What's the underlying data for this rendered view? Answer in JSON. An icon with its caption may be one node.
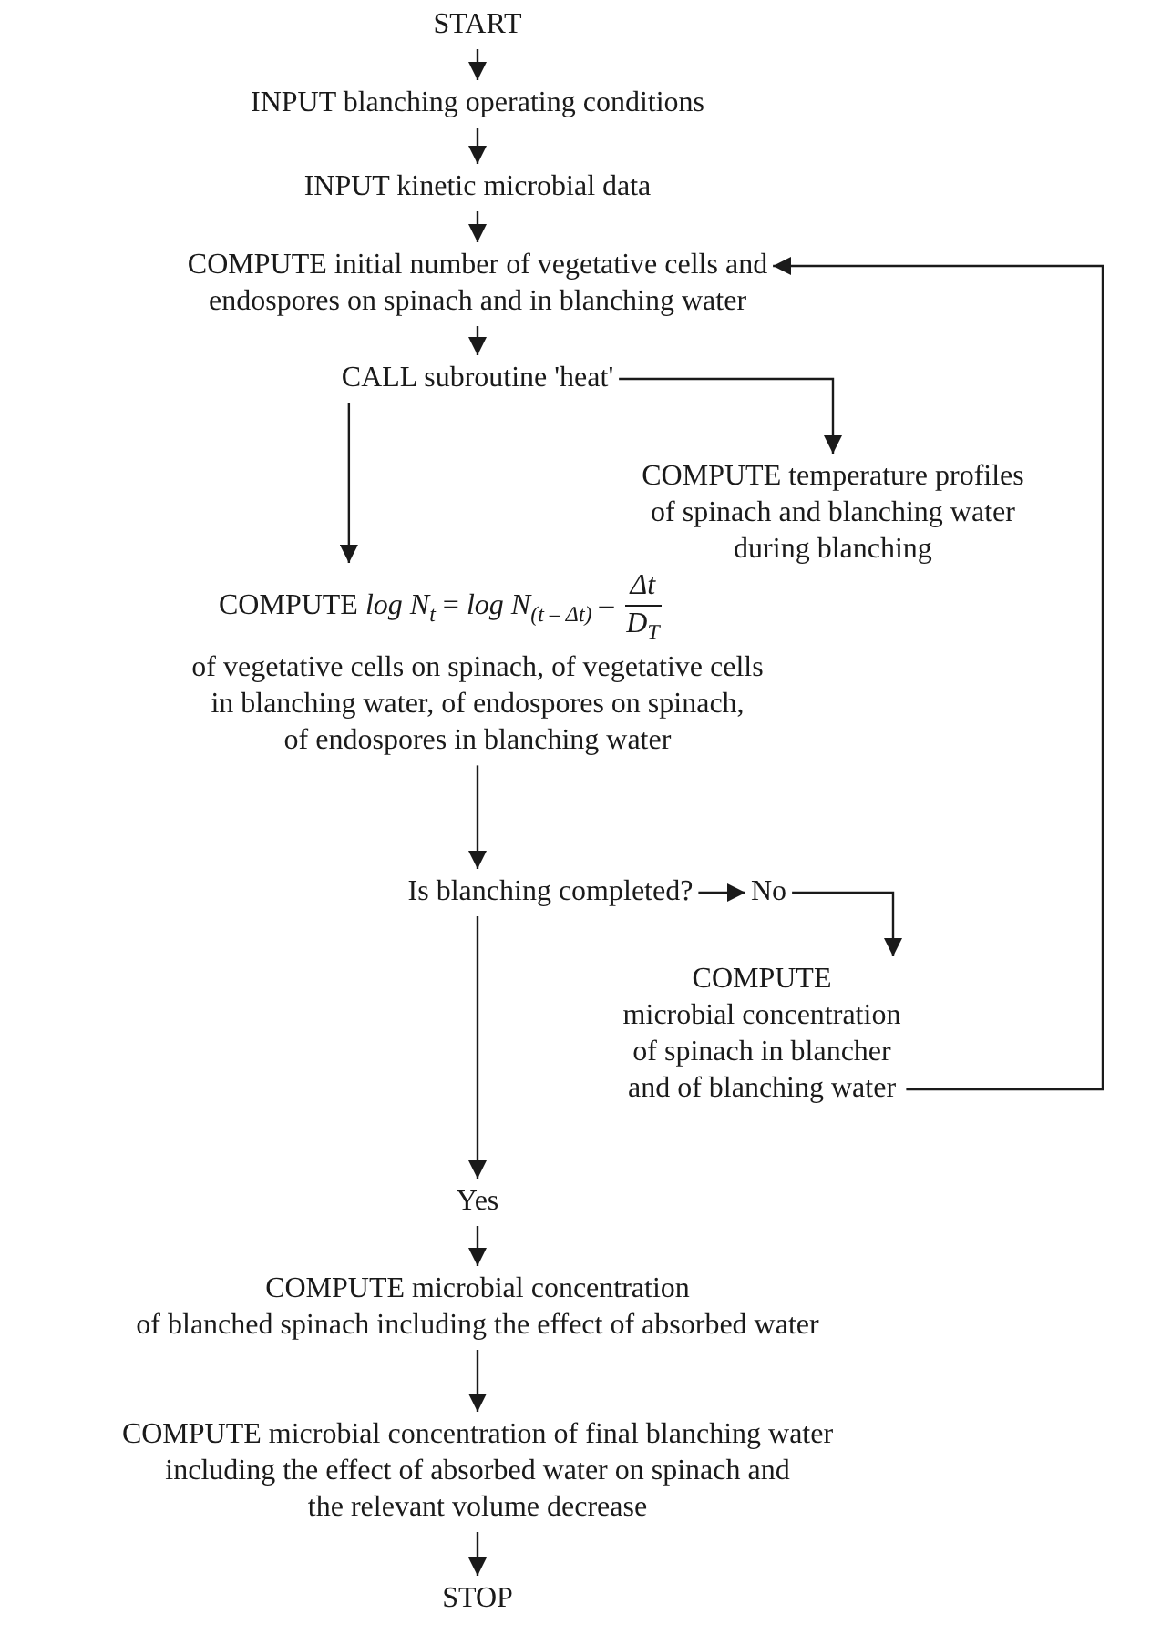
{
  "diagram": {
    "nodes": [
      {
        "text": [
          "START"
        ]
      },
      {
        "text": [
          "INPUT blanching operating conditions"
        ]
      },
      {
        "text": [
          "INPUT kinetic microbial data"
        ]
      },
      {
        "text": [
          "COMPUTE initial number of vegetative cells and endospores on spinach and in blanching water"
        ]
      },
      {
        "text": [
          "CALL subroutine 'heat'"
        ]
      },
      {
        "text": [
          "COMPUTE temperature profiles of spinach and blanching water during blanching"
        ]
      },
      {
        "text": [
          "COMPUTE *log N*$_{t}$ = *log N*$_{(t – Δt)}$ –",
          "Δt",
          "*D*$_{T}$",
          "of vegetative cells on spinach, of vegetative cells in blanching water, of endospores on spinach, of endospores in blanching water"
        ]
      },
      {
        "text": [
          "Is blanching completed?"
        ]
      },
      {
        "text": [
          "No"
        ]
      },
      {
        "text": [
          "COMPUTE microbial concentration of spinach in blancher and of blanching water"
        ]
      },
      {
        "text": [
          "Yes"
        ]
      },
      {
        "text": [
          "COMPUTE microbial concentration of blanched spinach including the effect of absorbed water"
        ]
      },
      {
        "text": [
          "COMPUTE microbial concentration of final blanching water including the effect of absorbed water on spinach and the relevant volume decrease"
        ]
      },
      {
        "text": [
          "STOP"
        ]
      }
    ],
    "edges": [
      {
        "from": 0,
        "to": 1,
        "arrow": "to"
      },
      {
        "from": 1,
        "to": 2,
        "arrow": "to"
      },
      {
        "from": 2,
        "to": 3,
        "arrow": "to"
      },
      {
        "from": 3,
        "to": 4,
        "arrow": "to"
      },
      {
        "from": 4,
        "to": 5,
        "arrow": "to"
      },
      {
        "from": 4,
        "to": 6,
        "arrow": "to"
      },
      {
        "from": 6,
        "to": 7,
        "arrow": "to"
      },
      {
        "from": 7,
        "to": 8,
        "arrow": "to"
      },
      {
        "from": 8,
        "to": 9,
        "arrow": "to"
      },
      {
        "from": 9,
        "to": 3,
        "arrow": "to"
      },
      {
        "from": 7,
        "to": 10,
        "arrow": "to"
      },
      {
        "from": 10,
        "to": 11,
        "arrow": "to"
      },
      {
        "from": 11,
        "to": 12,
        "arrow": "to"
      },
      {
        "from": 12,
        "to": 13,
        "arrow": "to"
      }
    ]
  }
}
